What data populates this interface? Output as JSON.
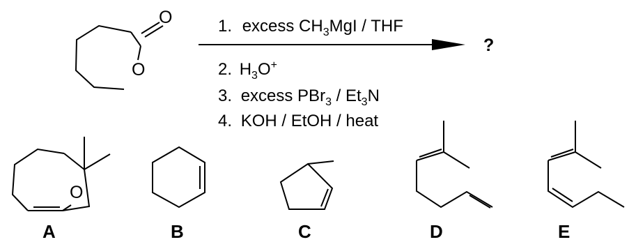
{
  "reactant": {
    "atoms": {
      "carbonyl_o": "O",
      "ring_o": "O"
    }
  },
  "reaction": {
    "product": "?",
    "steps": [
      {
        "number": "1.",
        "text": "excess CH",
        "sub": "3",
        "tail": "MgI / THF"
      },
      {
        "number": "2.",
        "text": "H",
        "sub": "3",
        "sup": "O",
        "charge": "+"
      },
      {
        "number": "3.",
        "text": "excess PBr",
        "sub": "3",
        "mid": " / Et",
        "sub2": "3",
        "tail": "N"
      },
      {
        "number": "4.",
        "text": "KOH / EtOH / heat"
      }
    ]
  },
  "options": [
    {
      "label": "A",
      "atoms": {
        "ring_o": "O"
      }
    },
    {
      "label": "B"
    },
    {
      "label": "C"
    },
    {
      "label": "D"
    },
    {
      "label": "E"
    }
  ],
  "colors": {
    "ink": "#000000",
    "background": "#ffffff"
  }
}
